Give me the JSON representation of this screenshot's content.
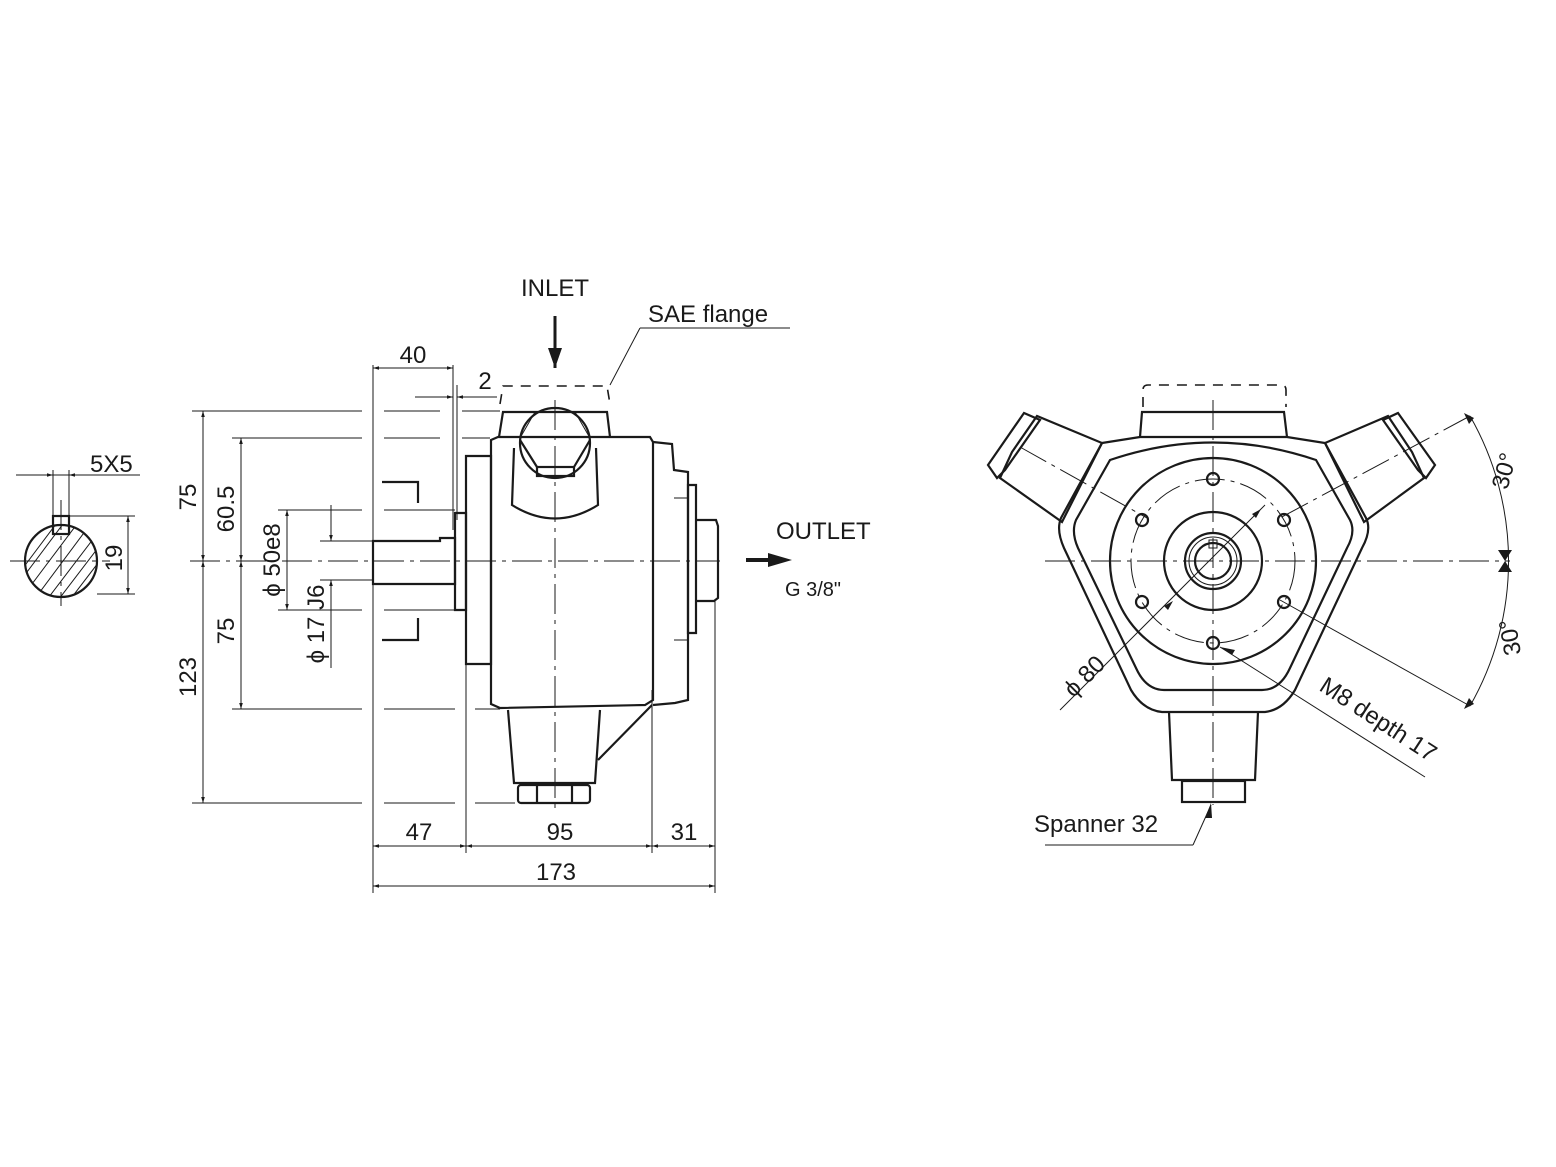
{
  "labels": {
    "inlet": "INLET",
    "sae_flange": "SAE flange",
    "outlet": "OUTLET",
    "outlet_thread": "G 3/8\"",
    "key": "5X5",
    "shaft_key_height": "19",
    "dim_40": "40",
    "dim_2": "2",
    "dim_75_top": "75",
    "dim_60_5": "60.5",
    "dim_50e8": "ϕ 50e8",
    "dim_17j6": "ϕ 17 J6",
    "dim_75_bottom": "75",
    "dim_123": "123",
    "dim_47": "47",
    "dim_95": "95",
    "dim_31": "31",
    "dim_173": "173",
    "dim_80": "ϕ 80",
    "m8": "M8 depth 17",
    "angle_top": "30°",
    "angle_bottom": "30°",
    "spanner": "Spanner 32"
  }
}
